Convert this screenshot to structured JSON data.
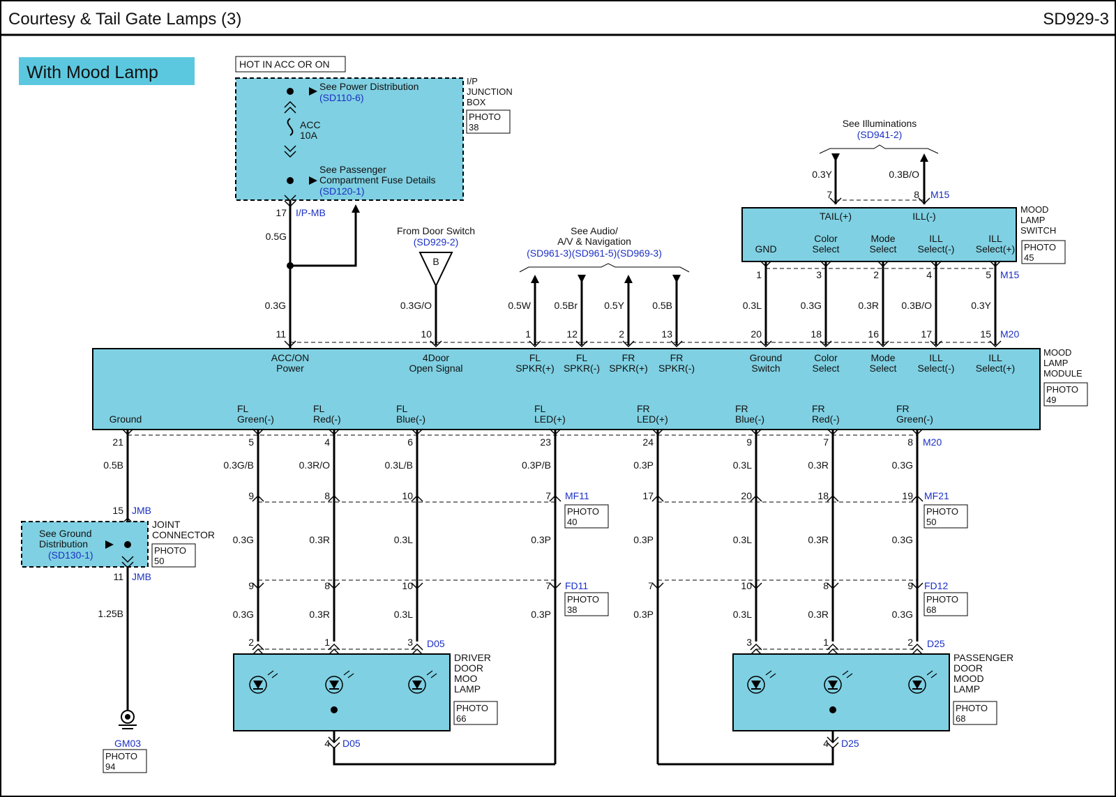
{
  "header": {
    "title": "Courtesy & Tail Gate Lamps (3)",
    "code": "SD929-3"
  },
  "badge": "With Mood Lamp",
  "hot_label": "HOT IN ACC OR ON",
  "junction_box": {
    "name": [
      "I/P",
      "JUNCTION",
      "BOX"
    ],
    "photo": [
      "PHOTO",
      "38"
    ],
    "power_dist": "See Power Distribution",
    "power_dist_ref": "(SD110-6)",
    "fuse": [
      "ACC",
      "10A"
    ],
    "passenger_fuse": [
      "See Passenger",
      "Compartment Fuse Details"
    ],
    "passenger_fuse_ref": "(SD120-1)",
    "pin": "17",
    "connector": "I/P-MB"
  },
  "door_switch": {
    "label": "From Door Switch",
    "ref": "(SD929-2)",
    "letter": "B"
  },
  "audio": {
    "label": [
      "See Audio/",
      "A/V & Navigation"
    ],
    "refs": "(SD961-3)(SD961-5)(SD969-3)"
  },
  "illum": {
    "label": "See Illuminations",
    "ref": "(SD941-2)",
    "wire_left": "0.3Y",
    "wire_right": "0.3B/O",
    "pin_left": "7",
    "pin_right": "8",
    "connector": "M15"
  },
  "switch": {
    "name": [
      "MOOD",
      "LAMP",
      "SWITCH"
    ],
    "photo": [
      "PHOTO",
      "45"
    ],
    "top_labels": [
      "TAIL(+)",
      "ILL(-)"
    ],
    "terms": [
      [
        "GND"
      ],
      [
        "Color",
        "Select"
      ],
      [
        "Mode",
        "Select"
      ],
      [
        "ILL",
        "Select(-)"
      ],
      [
        "ILL",
        "Select(+)"
      ]
    ],
    "pins": [
      "1",
      "3",
      "2",
      "4",
      "5"
    ],
    "connector": "M15"
  },
  "module": {
    "name": [
      "MOOD",
      "LAMP",
      "MODULE"
    ],
    "photo": [
      "PHOTO",
      "49"
    ],
    "top_terms": [
      [
        "ACC/ON",
        "Power"
      ],
      [
        "4Door",
        "Open Signal"
      ],
      [
        "FL",
        "SPKR(+)"
      ],
      [
        "FL",
        "SPKR(-)"
      ],
      [
        "FR",
        "SPKR(+)"
      ],
      [
        "FR",
        "SPKR(-)"
      ],
      [
        "Ground",
        "Switch"
      ],
      [
        "Color",
        "Select"
      ],
      [
        "Mode",
        "Select"
      ],
      [
        "ILL",
        "Select(-)"
      ],
      [
        "ILL",
        "Select(+)"
      ]
    ],
    "top_pins": [
      "11",
      "10",
      "1",
      "12",
      "2",
      "13",
      "20",
      "18",
      "16",
      "17",
      "15"
    ],
    "top_wires": [
      "0.3G",
      "0.3G/O",
      "0.5W",
      "0.5Br",
      "0.5Y",
      "0.5B",
      "0.3L",
      "0.3G",
      "0.3R",
      "0.3B/O",
      "0.3Y"
    ],
    "top_connector": "M20",
    "bottom_terms": [
      [
        "Ground"
      ],
      [
        "FL",
        "Green(-)"
      ],
      [
        "FL",
        "Red(-)"
      ],
      [
        "FL",
        "Blue(-)"
      ],
      [
        "FL",
        "LED(+)"
      ],
      [
        "FR",
        "LED(+)"
      ],
      [
        "FR",
        "Blue(-)"
      ],
      [
        "FR",
        "Red(-)"
      ],
      [
        "FR",
        "Green(-)"
      ]
    ],
    "bottom_pins": [
      "21",
      "5",
      "4",
      "6",
      "23",
      "24",
      "9",
      "7",
      "8"
    ],
    "bottom_wires": [
      "0.5B",
      "0.3G/B",
      "0.3R/O",
      "0.3L/B",
      "0.3P/B",
      "0.3P",
      "0.3L",
      "0.3R",
      "0.3G"
    ],
    "bottom_connector": "M20"
  },
  "power_wire": "0.5G",
  "inline": {
    "mf_pins": [
      "9",
      "8",
      "10",
      "7",
      "17",
      "20",
      "18",
      "19"
    ],
    "mf11": "MF11",
    "mf11_photo": [
      "PHOTO",
      "40"
    ],
    "mf21": "MF21",
    "mf21_photo": [
      "PHOTO",
      "50"
    ],
    "mid_wires": [
      "0.3G",
      "0.3R",
      "0.3L",
      "0.3P",
      "0.3P",
      "0.3L",
      "0.3R",
      "0.3G"
    ],
    "fd_pins": [
      "9",
      "8",
      "10",
      "7",
      "7",
      "10",
      "8",
      "9"
    ],
    "fd11": "FD11",
    "fd11_photo": [
      "PHOTO",
      "38"
    ],
    "fd12": "FD12",
    "fd12_photo": [
      "PHOTO",
      "68"
    ],
    "low_wires": [
      "0.3G",
      "0.3R",
      "0.3L",
      "0.3P",
      "0.3P",
      "0.3L",
      "0.3R",
      "0.3G"
    ]
  },
  "joint": {
    "name": [
      "JOINT",
      "CONNECTOR"
    ],
    "photo": [
      "PHOTO",
      "50"
    ],
    "see": [
      "See Ground",
      "Distribution"
    ],
    "ref": "(SD130-1)",
    "pin_top": "15",
    "pin_bottom": "11",
    "connector": "JMB",
    "wire_bottom": "1.25B"
  },
  "ground": {
    "name": "GM03",
    "photo": [
      "PHOTO",
      "94"
    ]
  },
  "driver_lamp": {
    "name": [
      "DRIVER",
      "DOOR",
      "MOO",
      "LAMP"
    ],
    "photo": [
      "PHOTO",
      "66"
    ],
    "pins": [
      "2",
      "1",
      "3"
    ],
    "connector": "D05",
    "bottom_pin": "4",
    "bottom_connector": "D05"
  },
  "pass_lamp": {
    "name": [
      "PASSENGER",
      "DOOR",
      "MOOD",
      "LAMP"
    ],
    "photo": [
      "PHOTO",
      "68"
    ],
    "pins": [
      "3",
      "1",
      "2"
    ],
    "connector": "D25",
    "bottom_pin": "4",
    "bottom_connector": "D25"
  },
  "colors": {
    "box_fill": "#7fd0e2",
    "badge_fill": "#5bc8df",
    "wire": "#000000",
    "ref_text": "#1a2fc4"
  }
}
